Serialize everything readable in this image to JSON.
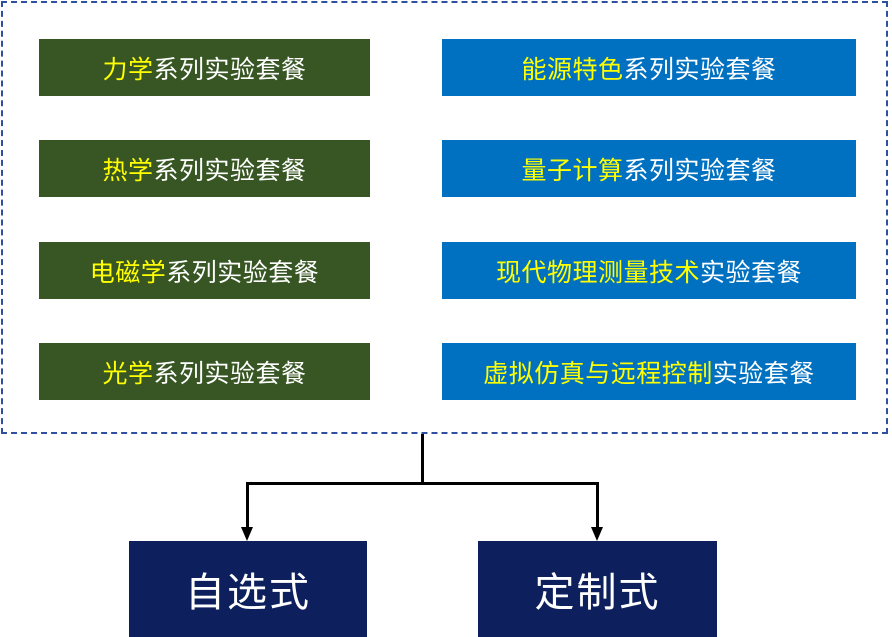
{
  "left_column": [
    {
      "highlight": "力学",
      "rest": "系列实验套餐"
    },
    {
      "highlight": "热学",
      "rest": "系列实验套餐"
    },
    {
      "highlight": "电磁学",
      "rest": "系列实验套餐"
    },
    {
      "highlight": "光学",
      "rest": "系列实验套餐"
    }
  ],
  "right_column": [
    {
      "highlight": "能源特色",
      "rest": "系列实验套餐"
    },
    {
      "highlight": "量子计算",
      "rest": "系列实验套餐"
    },
    {
      "highlight": "现代物理测量技术",
      "rest": "实验套餐"
    },
    {
      "highlight": "虚拟仿真与远程控制",
      "rest": "实验套餐"
    }
  ],
  "modes": [
    "自选式",
    "定制式"
  ],
  "colors": {
    "green_box": "#375623",
    "blue_box": "#0070c0",
    "highlight_text": "#ffff00",
    "mode_box": "#0d1f5c",
    "frame_border": "#2f4f9f"
  }
}
